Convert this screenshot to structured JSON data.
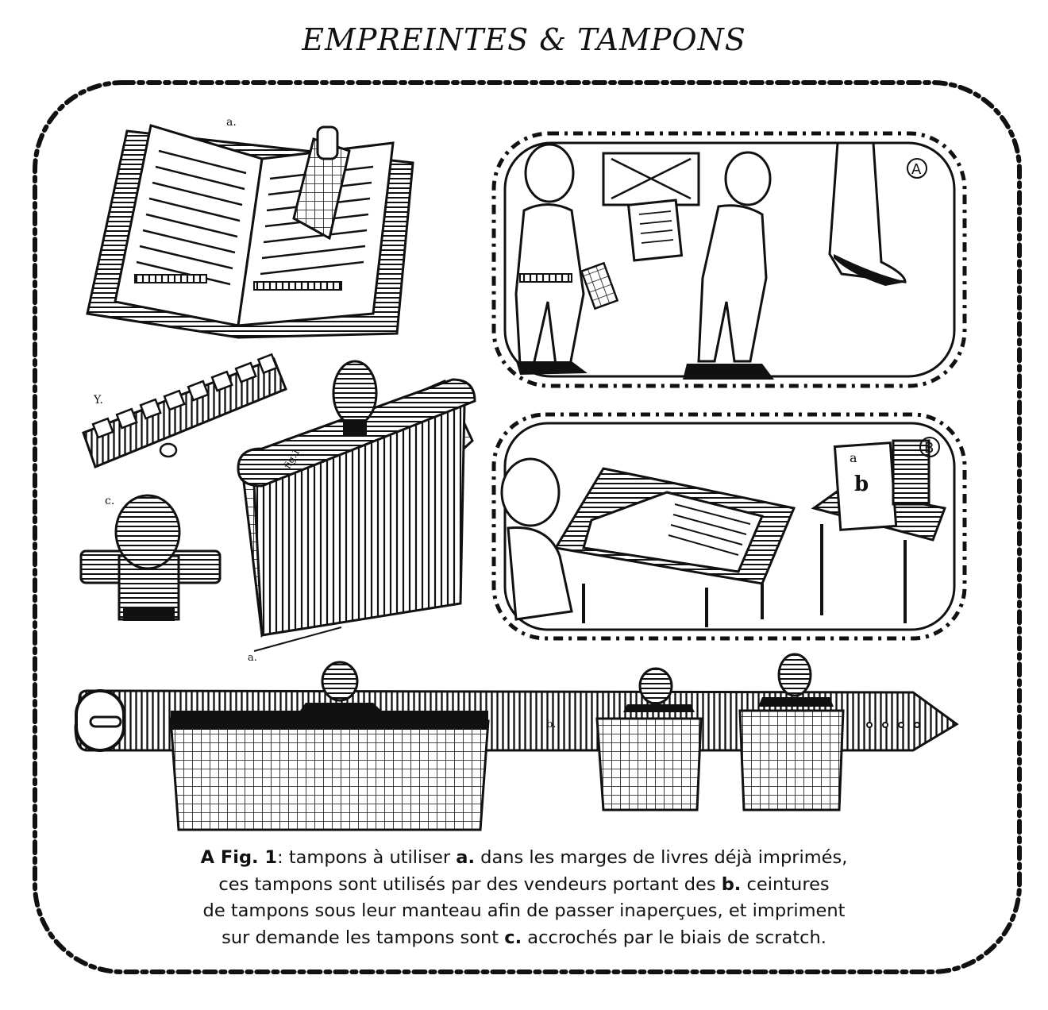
{
  "title": "EMPREINTES & TAMPONS",
  "labels": {
    "fig_a": "a.",
    "fig_y": "Y.",
    "fig_c": "c.",
    "fig_a2": "a.",
    "fig_b_belt": "b.",
    "fig_stamp": "fig.1",
    "panel_A": "A",
    "panel_B": "B",
    "letter_b": "b",
    "letter_a": "a"
  },
  "caption": {
    "line1": {
      "bold1": "A Fig. 1",
      "text1": ": tampons à utiliser ",
      "bold2": "a.",
      "text2": " dans les marges de livres déjà imprimés,"
    },
    "line2": {
      "text1": "ces tampons sont utilisés par des vendeurs portant des ",
      "bold1": "b.",
      "text2": " ceintures"
    },
    "line3": {
      "text1": "de tampons sous leur manteau afin de passer inaperçues, et impriment"
    },
    "line4": {
      "text1": "sur demande les tampons sont ",
      "bold1": "c.",
      "text2": " accrochés par le biais de scratch."
    }
  },
  "colors": {
    "ink": "#111111",
    "paper": "#ffffff"
  }
}
